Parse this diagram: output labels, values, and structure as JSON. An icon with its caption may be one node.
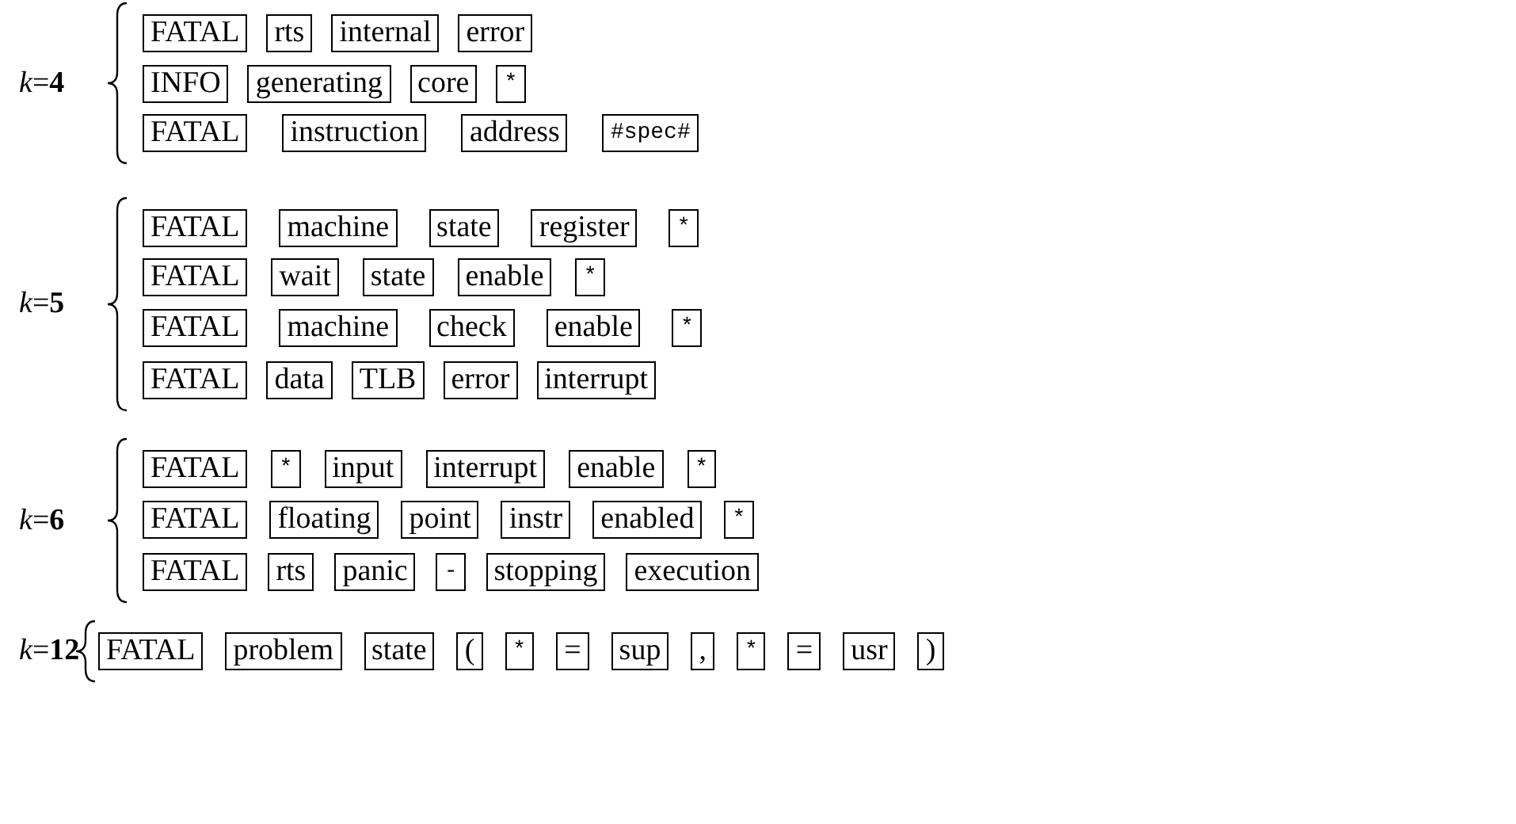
{
  "diagram": {
    "nodes": [
      {
        "text": [
          "FATAL"
        ]
      },
      {
        "text": [
          "rts"
        ]
      },
      {
        "text": [
          "internal"
        ]
      },
      {
        "text": [
          "error"
        ]
      },
      {
        "text": [
          "INFO"
        ]
      },
      {
        "text": [
          "generating"
        ]
      },
      {
        "text": [
          "core"
        ]
      },
      {
        "text": [
          "*"
        ]
      },
      {
        "text": [
          "FATAL"
        ]
      },
      {
        "text": [
          "instruction"
        ]
      },
      {
        "text": [
          "address"
        ]
      },
      {
        "text": [
          "#spec#"
        ]
      },
      {
        "text": [
          "FATAL"
        ]
      },
      {
        "text": [
          "machine"
        ]
      },
      {
        "text": [
          "state"
        ]
      },
      {
        "text": [
          "register"
        ]
      },
      {
        "text": [
          "*"
        ]
      },
      {
        "text": [
          "FATAL"
        ]
      },
      {
        "text": [
          "wait"
        ]
      },
      {
        "text": [
          "state"
        ]
      },
      {
        "text": [
          "enable"
        ]
      },
      {
        "text": [
          "*"
        ]
      },
      {
        "text": [
          "FATAL"
        ]
      },
      {
        "text": [
          "machine"
        ]
      },
      {
        "text": [
          "check"
        ]
      },
      {
        "text": [
          "enable"
        ]
      },
      {
        "text": [
          "*"
        ]
      },
      {
        "text": [
          "FATAL"
        ]
      },
      {
        "text": [
          "data"
        ]
      },
      {
        "text": [
          "TLB"
        ]
      },
      {
        "text": [
          "error"
        ]
      },
      {
        "text": [
          "interrupt"
        ]
      },
      {
        "text": [
          "FATAL"
        ]
      },
      {
        "text": [
          "*"
        ]
      },
      {
        "text": [
          "input"
        ]
      },
      {
        "text": [
          "interrupt"
        ]
      },
      {
        "text": [
          "enable"
        ]
      },
      {
        "text": [
          "*"
        ]
      },
      {
        "text": [
          "FATAL"
        ]
      },
      {
        "text": [
          "floating"
        ]
      },
      {
        "text": [
          "point"
        ]
      },
      {
        "text": [
          "instr"
        ]
      },
      {
        "text": [
          "enabled"
        ]
      },
      {
        "text": [
          "*"
        ]
      },
      {
        "text": [
          "FATAL"
        ]
      },
      {
        "text": [
          "rts"
        ]
      },
      {
        "text": [
          "panic"
        ]
      },
      {
        "text": [
          "-"
        ]
      },
      {
        "text": [
          "stopping"
        ]
      },
      {
        "text": [
          "execution"
        ]
      },
      {
        "text": [
          "FATAL"
        ]
      },
      {
        "text": [
          "problem"
        ]
      },
      {
        "text": [
          "state"
        ]
      },
      {
        "text": [
          "("
        ]
      },
      {
        "text": [
          "*"
        ]
      },
      {
        "text": [
          "="
        ]
      },
      {
        "text": [
          "sup"
        ]
      },
      {
        "text": [
          ","
        ]
      },
      {
        "text": [
          "*"
        ]
      },
      {
        "text": [
          "="
        ]
      },
      {
        "text": [
          "usr"
        ]
      },
      {
        "text": [
          ")"
        ]
      }
    ],
    "labels": [
      "*k*=**4**",
      "*k*=**5**",
      "*k*=**6**",
      "*k*=**12**"
    ]
  }
}
